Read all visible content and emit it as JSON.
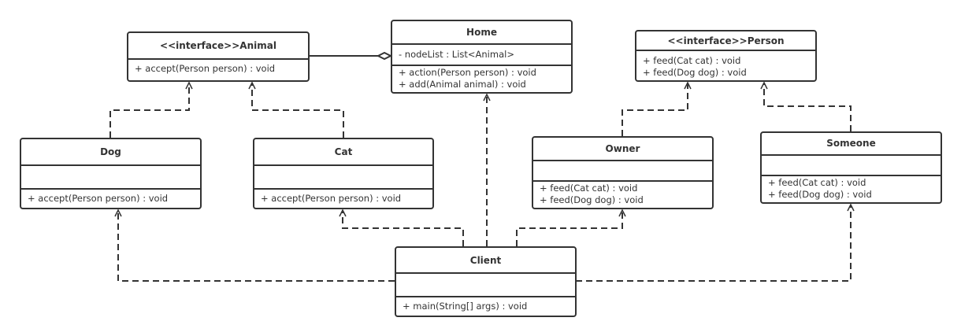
{
  "classes": {
    "animal": {
      "name": "<<interface>>Animal",
      "attributes": [],
      "methods": [
        "+ accept(Person person) : void"
      ]
    },
    "home": {
      "name": "Home",
      "attributes": [
        "- nodeList : List<Animal>"
      ],
      "methods": [
        "+ action(Person person) : void",
        "+ add(Animal animal) : void"
      ]
    },
    "person": {
      "name": "<<interface>>Person",
      "attributes": [],
      "methods": [
        "+ feed(Cat cat) : void",
        "+ feed(Dog dog) : void"
      ]
    },
    "dog": {
      "name": "Dog",
      "attributes": [],
      "methods": [
        "+ accept(Person person) : void"
      ]
    },
    "cat": {
      "name": "Cat",
      "attributes": [],
      "methods": [
        "+ accept(Person person) : void"
      ]
    },
    "owner": {
      "name": "Owner",
      "attributes": [],
      "methods": [
        "+ feed(Cat cat) : void",
        "+ feed(Dog dog) : void"
      ]
    },
    "someone": {
      "name": "Someone",
      "attributes": [],
      "methods": [
        "+ feed(Cat cat) : void",
        "+ feed(Dog dog) : void"
      ]
    },
    "client": {
      "name": "Client",
      "attributes": [],
      "methods": [
        "+ main(String[] args) : void"
      ]
    }
  },
  "relations": [
    {
      "from": "home",
      "to": "animal",
      "type": "aggregation"
    },
    {
      "from": "dog",
      "to": "animal",
      "type": "realization"
    },
    {
      "from": "cat",
      "to": "animal",
      "type": "realization"
    },
    {
      "from": "owner",
      "to": "person",
      "type": "realization"
    },
    {
      "from": "someone",
      "to": "person",
      "type": "realization"
    },
    {
      "from": "client",
      "to": "home",
      "type": "dependency"
    },
    {
      "from": "client",
      "to": "dog",
      "type": "dependency"
    },
    {
      "from": "client",
      "to": "cat",
      "type": "dependency"
    },
    {
      "from": "client",
      "to": "owner",
      "type": "dependency"
    },
    {
      "from": "client",
      "to": "someone",
      "type": "dependency"
    }
  ]
}
